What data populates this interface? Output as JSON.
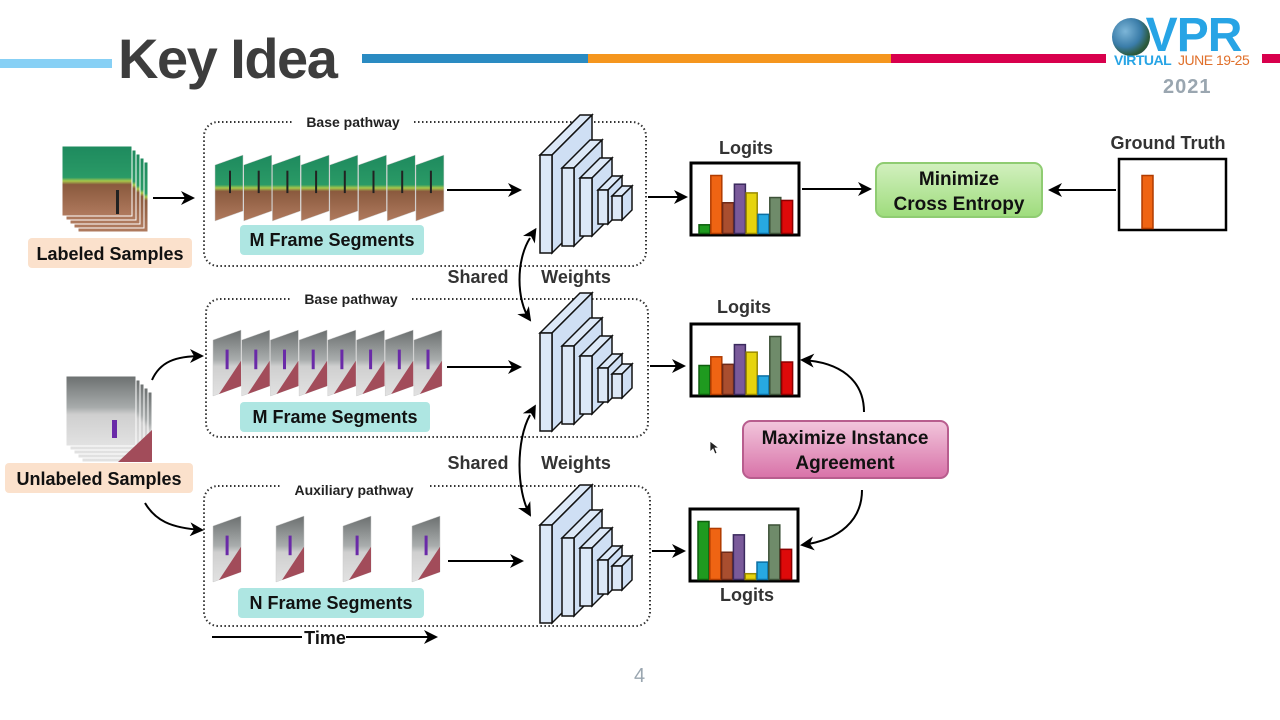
{
  "slide": {
    "title": "Key Idea",
    "page_number": "4",
    "header_bar_colors": [
      "#87d0f5",
      "#2a8bc2",
      "#f5961e",
      "#d8004d"
    ]
  },
  "logo": {
    "name": "CVPR",
    "edition": "VIRTUAL",
    "dates": "JUNE 19-25",
    "year": "2021"
  },
  "diagram": {
    "inputs": {
      "labeled": "Labeled Samples",
      "unlabeled": "Unlabeled Samples"
    },
    "pathways": [
      {
        "title": "Base pathway",
        "segments_label": "M Frame Segments",
        "frame_count": 8
      },
      {
        "title": "Base pathway",
        "segments_label": "M Frame Segments",
        "frame_count": 8
      },
      {
        "title": "Auxiliary pathway",
        "segments_label": "N Frame Segments",
        "frame_count": 4
      }
    ],
    "shared_weights": [
      {
        "left": "Shared",
        "right": "Weights"
      },
      {
        "left": "Shared",
        "right": "Weights"
      }
    ],
    "time_label": "Time",
    "logits_label": "Logits",
    "ground_truth_label": "Ground Truth",
    "minimize_box": {
      "line1": "Minimize",
      "line2": "Cross Entropy",
      "fill": "#b9e6a0",
      "border": "#8fcc72"
    },
    "maximize_box": {
      "line1": "Maximize Instance",
      "line2": "Agreement",
      "fill": "#e29ac0",
      "border": "#b85d8e"
    },
    "segment_label_bg": "#aee6e2",
    "input_label_bg": "#fbe1cc",
    "bar_colors": [
      "#1f9a1f",
      "#ef6413",
      "#a94e2f",
      "#7a5a9a",
      "#e6d40e",
      "#27a9e1",
      "#6f8b6a",
      "#de0a0a"
    ],
    "bar_borders": [
      "#0e5e0e",
      "#b03b00",
      "#6e2a18",
      "#3b2a5e",
      "#9a8a00",
      "#0b6fa3",
      "#3d5238",
      "#8a0000"
    ]
  },
  "chart_data": [
    {
      "type": "bar",
      "title": "Logits",
      "note": "labeled sample, base pathway (relative heights)",
      "categories": [
        "c1",
        "c2",
        "c3",
        "c4",
        "c5",
        "c6",
        "c7",
        "c8"
      ],
      "values": [
        0.15,
        1.0,
        0.53,
        0.85,
        0.7,
        0.33,
        0.62,
        0.57
      ],
      "ylim": [
        0,
        1
      ]
    },
    {
      "type": "bar",
      "title": "Logits",
      "note": "unlabeled sample, base pathway (relative heights)",
      "categories": [
        "c1",
        "c2",
        "c3",
        "c4",
        "c5",
        "c6",
        "c7",
        "c8"
      ],
      "values": [
        0.5,
        0.65,
        0.52,
        0.86,
        0.73,
        0.32,
        1.0,
        0.56
      ],
      "ylim": [
        0,
        1
      ]
    },
    {
      "type": "bar",
      "title": "Logits",
      "note": "unlabeled sample, auxiliary pathway (relative heights)",
      "categories": [
        "c1",
        "c2",
        "c3",
        "c4",
        "c5",
        "c6",
        "c7",
        "c8"
      ],
      "values": [
        1.0,
        0.88,
        0.47,
        0.77,
        0.1,
        0.3,
        0.94,
        0.52
      ],
      "ylim": [
        0,
        1
      ]
    },
    {
      "type": "bar",
      "title": "Ground Truth",
      "note": "one-hot target",
      "categories": [
        "c2"
      ],
      "values": [
        1.0
      ],
      "ylim": [
        0,
        1
      ]
    }
  ]
}
